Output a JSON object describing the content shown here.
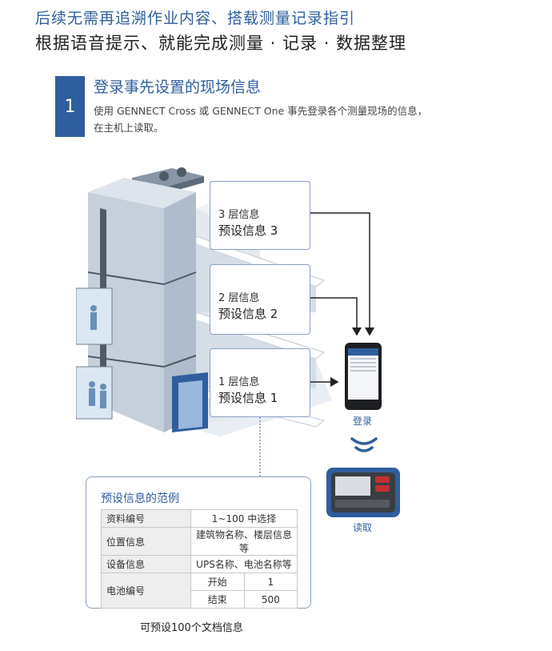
{
  "header": {
    "subtitle": "后续无需再追溯作业内容、搭载测量记录指引",
    "title": "根据语音提示、就能完成测量 · 记录 · 数据整理"
  },
  "step": {
    "number": "1",
    "title": "登录事先设置的现场信息",
    "description": "使用 GENNECT Cross 或 GENNECT One 事先登录各个测量现场的信息，在主机上读取。"
  },
  "floors": [
    {
      "info": "3 层信息",
      "preset": "预设信息 3"
    },
    {
      "info": "2 层信息",
      "preset": "预设信息 2"
    },
    {
      "info": "1 层信息",
      "preset": "预设信息 1"
    }
  ],
  "devices": {
    "phone_label": "登录",
    "meter_label": "读取"
  },
  "examples": {
    "title": "预设信息的范例",
    "rows": [
      {
        "label": "资料编号",
        "value": "1~100 中选择"
      },
      {
        "label": "位置信息",
        "value": "建筑物名称、楼层信息等"
      },
      {
        "label": "设备信息",
        "value": "UPS名称、电池名称等"
      }
    ],
    "battery": {
      "label": "电池编号",
      "start_label": "开始",
      "start_value": "1",
      "end_label": "结束",
      "end_value": "500"
    }
  },
  "caption": "可预设100个文档信息",
  "colors": {
    "accent": "#2f5e9e",
    "card_border": "#8aa0c4"
  }
}
